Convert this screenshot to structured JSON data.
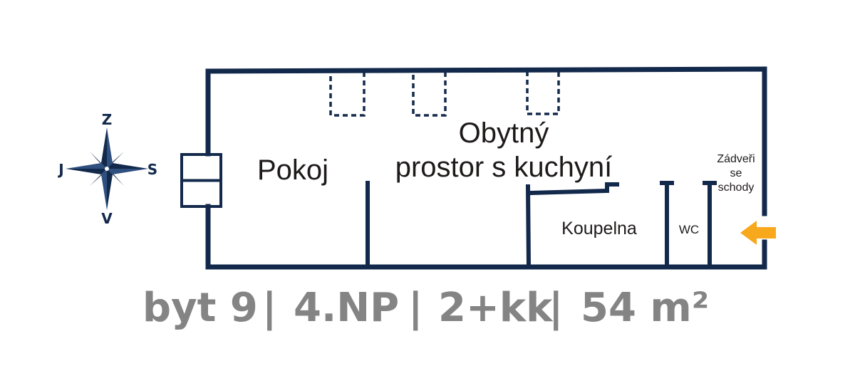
{
  "colors": {
    "wall": "#13294b",
    "text": "#1e1a1a",
    "info": "#848484",
    "arrow": "#f8a81c"
  },
  "compass": {
    "north": "Z",
    "south": "V",
    "west": "J",
    "east": "S"
  },
  "rooms": {
    "pokoj": "Pokoj",
    "obytny_line1": "Obytný",
    "obytny_line2": "prostor s kuchyní",
    "koupelna": "Koupelna",
    "wc": "WC",
    "zadveri_line1": "Zádveři",
    "zadveri_line2": "se",
    "zadveri_line3": "schody"
  },
  "info": {
    "unit": "byt 9",
    "floor": "4.NP",
    "layout": "2+kk",
    "area": "54 m²",
    "separator": "|"
  },
  "entrance_icon": "entrance-arrow-icon"
}
